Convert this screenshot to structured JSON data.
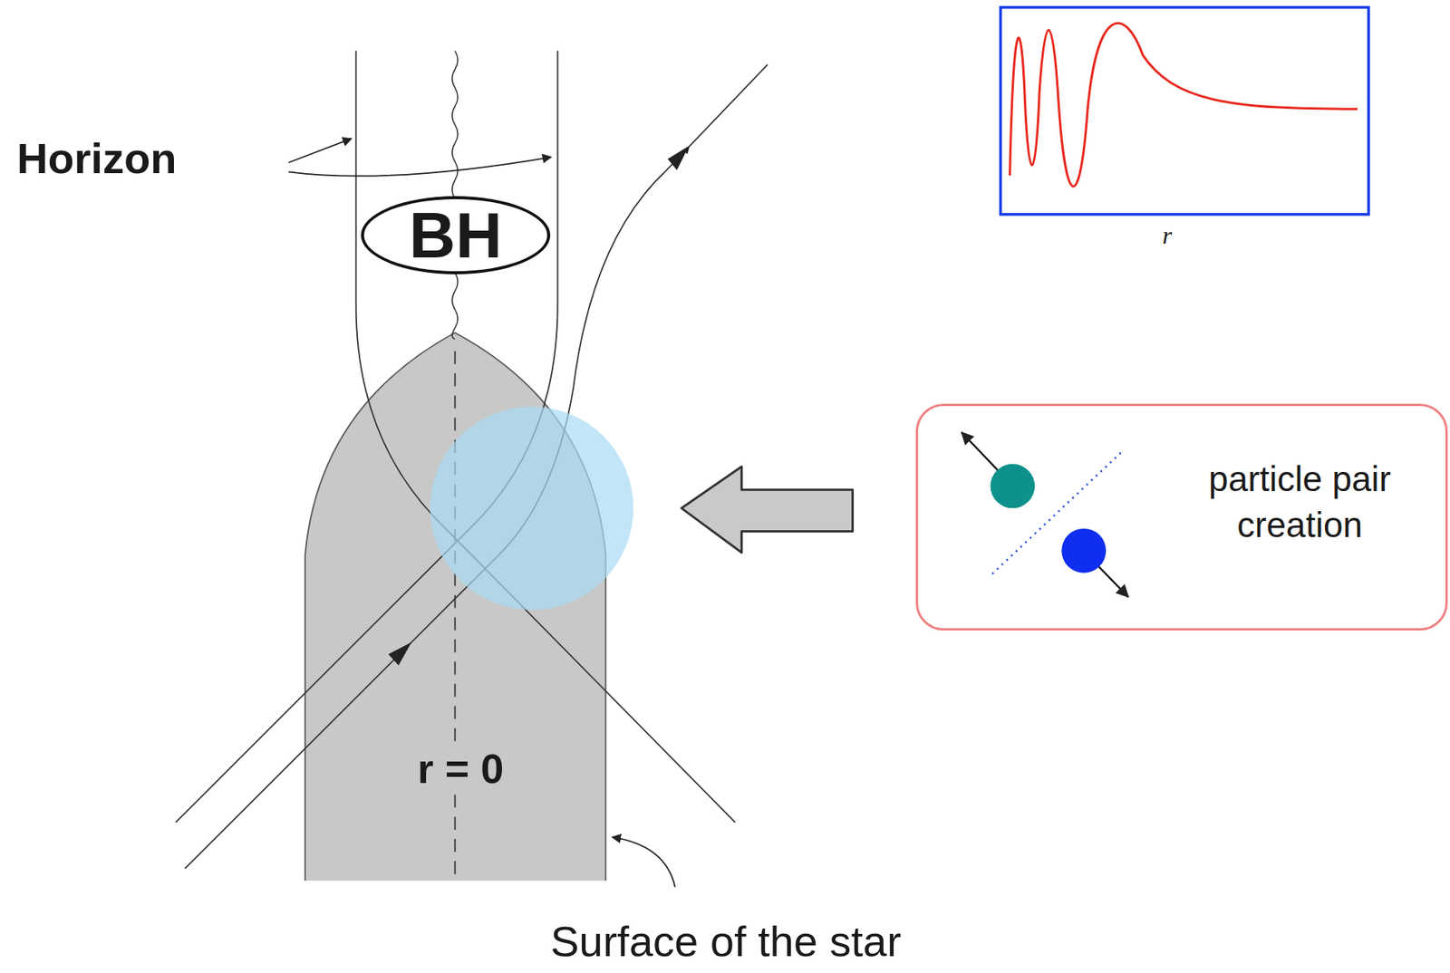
{
  "diagram": {
    "nodes": [
      {
        "text": [
          "BH"
        ]
      },
      {
        "text": [
          "particle pair creation"
        ]
      }
    ],
    "labels": [
      "Horizon",
      "r = 0",
      "r",
      "Surface of the star"
    ]
  }
}
